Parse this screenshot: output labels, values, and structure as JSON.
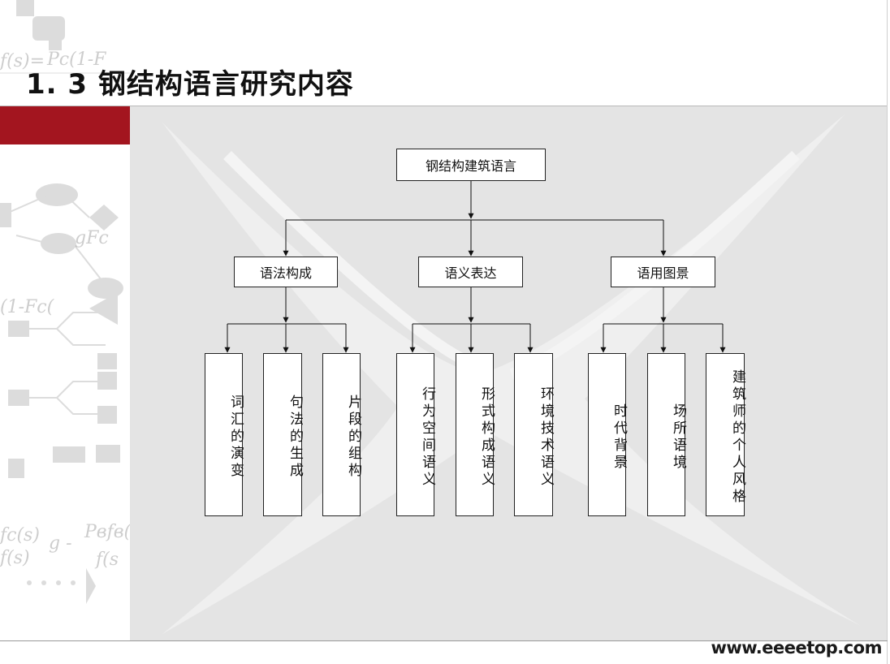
{
  "slide": {
    "title": "1. 3  钢结构语言研究内容",
    "watermark": "www.eeeetop.com"
  },
  "diagram": {
    "root": "钢结构建筑语言",
    "branches": [
      {
        "label": "语法构成",
        "children": [
          "词汇的演变",
          "句法的生成",
          "片段的组构"
        ]
      },
      {
        "label": "语义表达",
        "children": [
          "行为空间语义",
          "形式构成语义",
          "环境技术语义"
        ]
      },
      {
        "label": "语用图景",
        "children": [
          "时代背景",
          "场所语境",
          "建筑师的个人风格"
        ]
      }
    ]
  },
  "decoration": {
    "left_formula_texts": [
      "f(s)=",
      "Pс(1-F",
      "gFc",
      "(1-Fc(",
      "fc(s)",
      "g -",
      "Pвfв(",
      "f(s)",
      "f(s"
    ],
    "accent_color": "#a3151f",
    "panel_color": "#e4e4e4"
  }
}
